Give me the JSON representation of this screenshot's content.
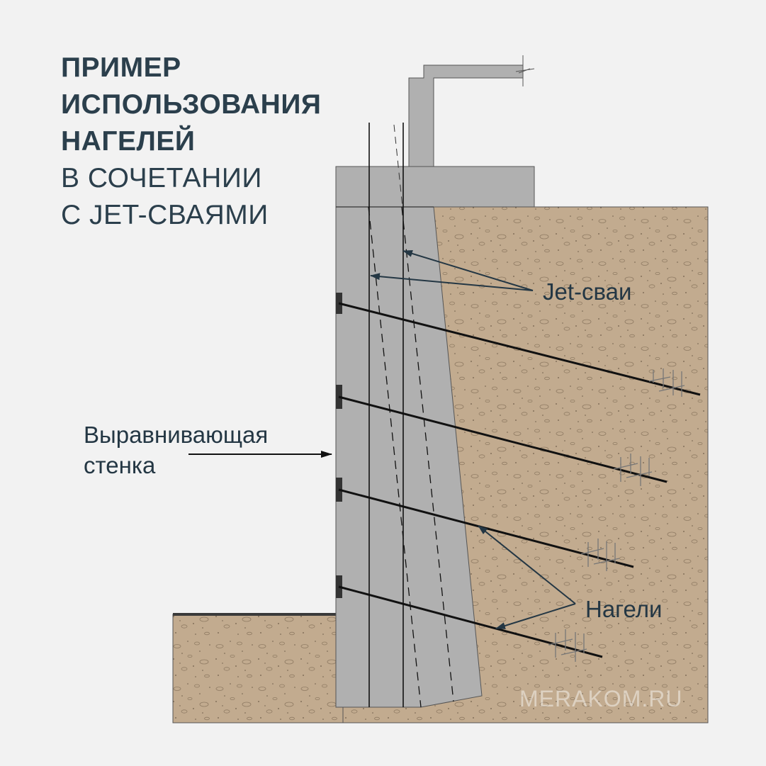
{
  "title": {
    "line1": "ПРИМЕР",
    "line2": "ИСПОЛЬЗОВАНИЯ",
    "line3": "НАГЕЛЕЙ",
    "line4": "В СОЧЕТАНИИ",
    "line5": "С JET-СВАЯМИ"
  },
  "labels": {
    "jet_piles": "Jet-сваи",
    "leveling_wall_line1": "Выравнивающая",
    "leveling_wall_line2": "стенка",
    "nails": "Нагели"
  },
  "watermark": "MERAKOM.RU",
  "colors": {
    "background": "#f2f2f2",
    "soil": "#c2ab8f",
    "concrete": "#b0b0b0",
    "title": "#2b3f4c",
    "arrow": "#243744"
  }
}
